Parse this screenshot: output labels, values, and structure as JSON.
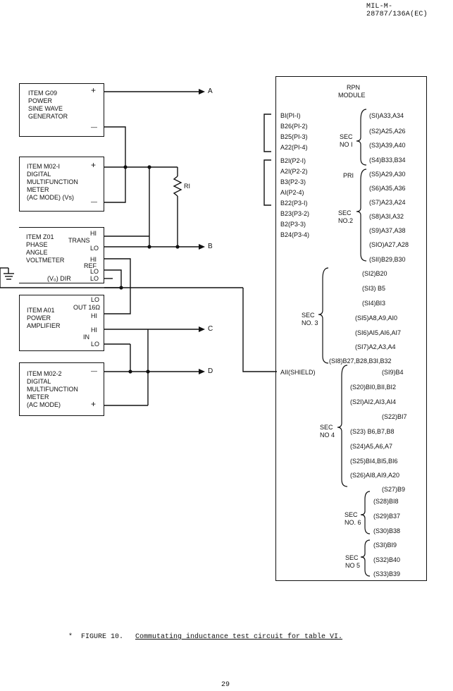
{
  "header": {
    "doc_id": "MIL-M-28787/136A(EC)"
  },
  "instruments": {
    "g09": {
      "lines": [
        "ITEM G09",
        "POWER",
        "SINE WAVE",
        "GENERATOR"
      ],
      "plus": "+",
      "minus": "—"
    },
    "m021": {
      "lines": [
        "ITEM M02-I",
        "DIGITAL",
        "MULTIFUNCTION",
        "METER",
        "(AC MODE) (Vs)"
      ],
      "plus": "+",
      "minus": "—"
    },
    "z01": {
      "lines": [
        "ITEM Z01",
        "PHASE",
        "ANGLE",
        "VOLTMETER"
      ],
      "hi1": "HI",
      "trans": "TRANS",
      "lo1": "LO",
      "hi2": "HI",
      "ref": "REF",
      "lo2": "LO",
      "vo_dir": "(V₀) DIR",
      "lo3": "LO"
    },
    "a01": {
      "lines": [
        "ITEM A01",
        "POWER",
        "AMPLIFIER"
      ],
      "lo": "LO",
      "out": "OUT 16Ω",
      "hi1": "HI",
      "hi2": "HI",
      "in": "IN",
      "lo2": "LO"
    },
    "m022": {
      "lines": [
        "ITEM M02-2",
        "DIGITAL",
        "MULTIFUNCTION",
        "METER",
        "(AC MODE)"
      ],
      "minus": "—",
      "plus": "+"
    }
  },
  "resistor": {
    "label": "RI"
  },
  "nodes": {
    "a": "A",
    "b": "B",
    "c": "C",
    "d": "D"
  },
  "module": {
    "title1": "RPN",
    "title2": "MODULE",
    "pins_left": [
      "BI(PI-I)",
      "B26(PI-2)",
      "B25(PI-3)",
      "A22(PI-4)",
      "B2I(P2-I)",
      "A2I(P2-2)",
      "B3(P2-3)",
      "AI(P2-4)",
      "B22(P3-I)",
      "B23(P3-2)",
      "B2(P3-3)",
      "B24(P3-4)"
    ],
    "pri_label": "PRI",
    "sec_no1_label": "SEC\nNO I",
    "sec_no1": [
      "(SI)A33,A34",
      "(S2)A25,A26",
      "(S3)A39,A40",
      "(S4)B33,B34"
    ],
    "sec_no2_label": "SEC\nNO.2",
    "sec_no2": [
      "(S5)A29,A30",
      "(S6)A35,A36",
      "(S7)A23,A24",
      "(S8)A3I,A32",
      "(S9)A37,A38",
      "(SIO)A27,A28",
      "(SII)B29,B30"
    ],
    "sec_no3_label": "SEC\nNO. 3",
    "sec_no3": [
      "(SI2)B20",
      "(SI3) B5",
      "(SI4)BI3",
      "(SI5)A8,A9,AI0",
      "(SI6)AI5,AI6,AI7",
      "(SI7)A2,A3,A4",
      "(SI8)B27,B28,B3I,B32"
    ],
    "shield": "AII(SHIELD)",
    "sec_no4_label": "SEC\nNO 4",
    "sec_no4": [
      "(SI9)B4",
      "(S20)BI0,BII,BI2",
      "(S2I)AI2,AI3,AI4",
      "(S22)BI7",
      "(S23) B6,B7,B8",
      "(S24)A5,A6,A7",
      "(S25)BI4,BI5,BI6",
      "(S26)AI8,AI9,A20",
      "(S27)B9"
    ],
    "sec_no6_label": "SEC\nNO. 6",
    "sec_no6": [
      "(S28)BI8",
      "(S29)B37",
      "(S30)B38"
    ],
    "sec_no5_label": "SEC\nNO 5",
    "sec_no5": [
      "(S3I)BI9",
      "(S32)B40",
      "(S33)B39"
    ]
  },
  "caption": {
    "star": "*",
    "figure": "FIGURE 10.",
    "text": "Commutating inductance test circuit for table VI."
  },
  "footer": {
    "page": "29"
  }
}
